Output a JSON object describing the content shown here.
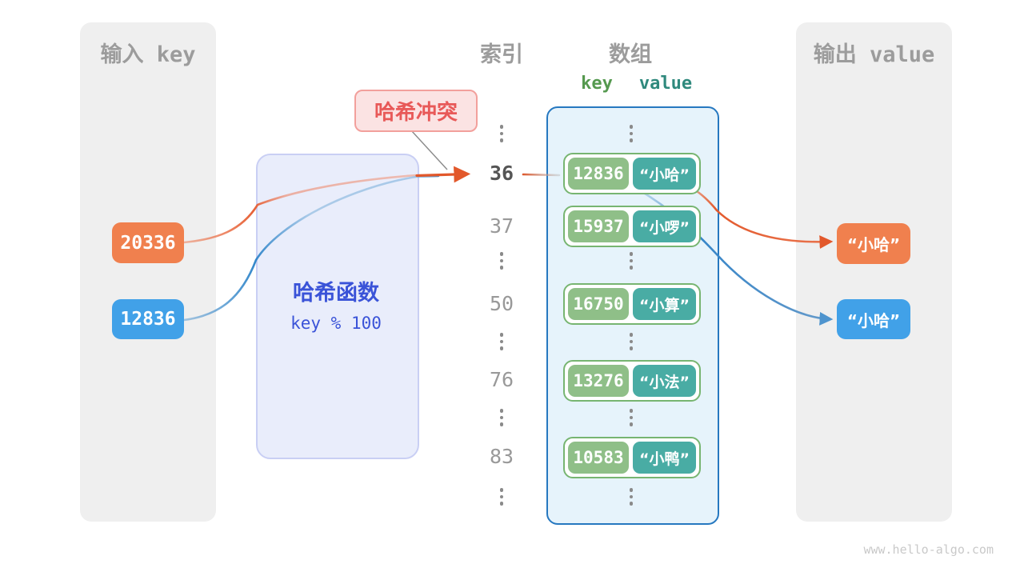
{
  "colors": {
    "orange": "#F0804E",
    "blue": "#41A1E8",
    "arrow_orange": "#E2582B",
    "arrow_blue": "#4E94CE",
    "green_key_cell": "#8FBF88",
    "teal_value_cell": "#49ACA4",
    "row_border": "#77B571",
    "array_border": "#2678C0",
    "array_fill": "#E6F3FB",
    "hash_fill": "#E9EDFB",
    "hash_border": "#C9CFF4",
    "hash_text": "#3A53D8",
    "collision_fill": "#FBE3E3",
    "collision_border": "#F2A09C",
    "collision_text": "#E85958",
    "panel_fill": "#EFEFEF",
    "muted_text": "#9C9C9C"
  },
  "input_panel": {
    "title": "输入 key",
    "keys": [
      "20336",
      "12836"
    ]
  },
  "hash_box": {
    "title": "哈希函数",
    "formula": "key % 100"
  },
  "collision_label": "哈希冲突",
  "index_column": {
    "title": "索引",
    "items": [
      "36",
      "37",
      "50",
      "76",
      "83"
    ]
  },
  "array_panel": {
    "title": "数组",
    "key_header": "key",
    "value_header": "value",
    "rows": [
      {
        "key": "12836",
        "value": "“小哈”"
      },
      {
        "key": "15937",
        "value": "“小啰”"
      },
      {
        "key": "16750",
        "value": "“小算”"
      },
      {
        "key": "13276",
        "value": "“小法”"
      },
      {
        "key": "10583",
        "value": "“小鸭”"
      }
    ]
  },
  "output_panel": {
    "title": "输出 value",
    "values": [
      "“小哈”",
      "“小哈”"
    ]
  },
  "watermark": "www.hello-algo.com"
}
